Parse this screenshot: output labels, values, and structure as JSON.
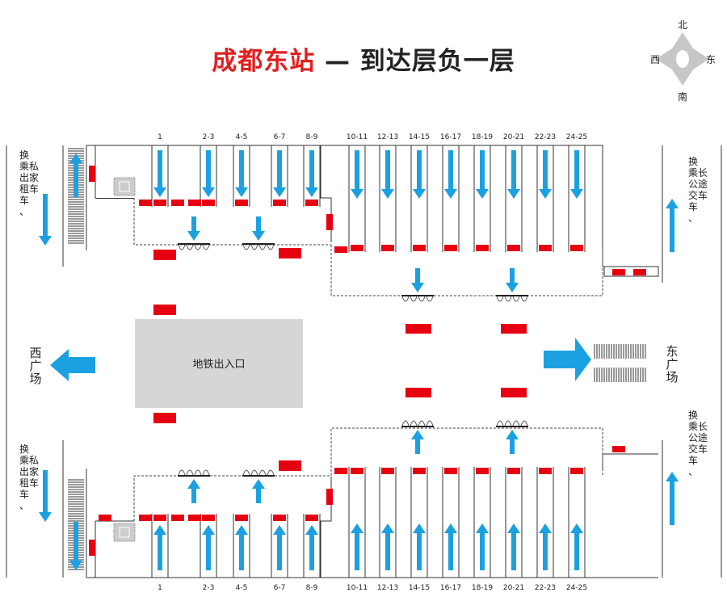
{
  "title": {
    "station": "成都东站",
    "sep": "—",
    "floor": "到达层负一层"
  },
  "compass": {
    "n": "北",
    "s": "南",
    "w": "西",
    "e": "东"
  },
  "platforms": {
    "top": [
      "1",
      "2-3",
      "4-5",
      "6-7",
      "8-9",
      "10-11",
      "12-13",
      "14-15",
      "16-17",
      "18-19",
      "20-21",
      "22-23",
      "24-25"
    ],
    "bottom": [
      "1",
      "2-3",
      "4-5",
      "6-7",
      "8-9",
      "10-11",
      "12-13",
      "14-15",
      "16-17",
      "18-19",
      "20-21",
      "22-23",
      "24-25"
    ]
  },
  "labels": {
    "taxi_top": "换乘出租车、私家车",
    "taxi_bottom": "换乘出租车、私家车",
    "bus_top": "换乘公交车、长途车",
    "bus_bottom": "换乘公交车、长途车",
    "west": "西广场",
    "east": "东广场",
    "metro": "地铁出入口"
  },
  "colors": {
    "arrow": "#1ba1e2",
    "red": "#e60012",
    "gray": "#d6d6d6",
    "line": "#333333"
  }
}
